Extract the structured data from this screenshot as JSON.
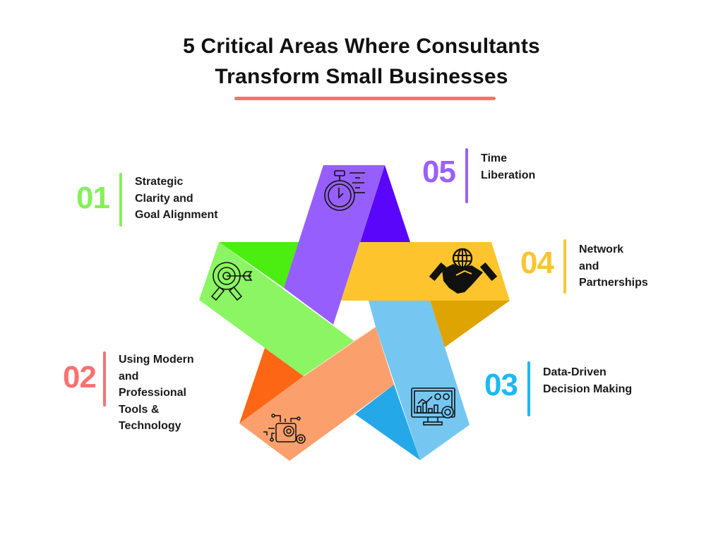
{
  "title": {
    "line1": "5 Critical Areas Where Consultants",
    "line2": "Transform Small Businesses",
    "underline_color": "#f87171"
  },
  "items": [
    {
      "number": "01",
      "lines": [
        "Strategic",
        "Clarity and",
        "Goal Alignment"
      ],
      "color": "#86ef5a",
      "icon": "target-arrow-icon"
    },
    {
      "number": "02",
      "lines": [
        "Using Modern",
        "and",
        "Professional",
        "Tools &",
        "Technology"
      ],
      "color": "#f87171",
      "icon": "circuit-gears-icon"
    },
    {
      "number": "03",
      "lines": [
        "Data-Driven",
        "Decision Making"
      ],
      "color": "#1cb8f5",
      "icon": "monitor-analytics-icon"
    },
    {
      "number": "04",
      "lines": [
        "Network",
        "and",
        "Partnerships"
      ],
      "color": "#fbc531",
      "icon": "globe-handshake-icon"
    },
    {
      "number": "05",
      "lines": [
        "Time",
        "Liberation"
      ],
      "color": "#9a61f7",
      "icon": "stopwatch-icon"
    }
  ],
  "star_colors": {
    "purple": "#965ffd",
    "purple_dark": "#5a06fb",
    "green": "#8bf564",
    "green_dark": "#4cee11",
    "yellow": "#fdc42d",
    "yellow_dark": "#dea402",
    "blue": "#75c7f2",
    "blue_dark": "#24a8e8",
    "orange": "#fba06c",
    "orange_dark": "#fc6614"
  }
}
